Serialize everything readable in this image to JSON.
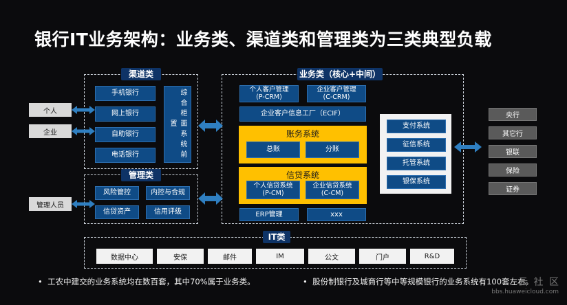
{
  "title": "银行IT业务架构：业务类、渠道类和管理类为三类典型负载",
  "left_entities": [
    "个人",
    "企业",
    "管理人员"
  ],
  "channel": {
    "label": "渠道类",
    "items": [
      "手机银行",
      "网上银行",
      "自助银行",
      "电话银行"
    ],
    "front": "综合柜面系统前置"
  },
  "management": {
    "label": "管理类",
    "items": [
      "风险管控",
      "内控与合规",
      "信贷资产",
      "信用评级"
    ]
  },
  "business": {
    "label": "业务类（核心+中间）",
    "crm_personal": "个人客户管理\n(P-CRM)",
    "crm_corporate": "企业客户管理\n(C-CRM)",
    "ecif": "企业客户信息工厂（ECIF）",
    "accounting": {
      "title": "账务系统",
      "items": [
        "总账",
        "分账"
      ]
    },
    "credit": {
      "title": "信贷系统",
      "items": [
        "个人信贷系统\n(P-CM)",
        "企业信贷系统\n(C-CM)"
      ]
    },
    "erp": "ERP管理",
    "xxx": "xxx",
    "middle": [
      "支付系统",
      "征信系统",
      "托管系统",
      "银保系统"
    ]
  },
  "right_entities": [
    "央行",
    "其它行",
    "银联",
    "保险",
    "证券"
  ],
  "it": {
    "label": "IT类",
    "items": [
      "数据中心",
      "安保",
      "邮件",
      "IM",
      "公文",
      "门户",
      "R&D"
    ]
  },
  "footnotes": [
    "工农中建交的业务系统均在数百套，其中70%属于业务类。",
    "股份制银行及城商行等中等规模银行的业务系统有100套左右。"
  ],
  "watermark": "云 社 区",
  "watermark_url": "bbs.huaweicloud.com",
  "colors": {
    "box_blue": "#0f4b86",
    "label_navy": "#0e3366",
    "gold": "#ffc000",
    "arrow": "#2f7fc1"
  }
}
